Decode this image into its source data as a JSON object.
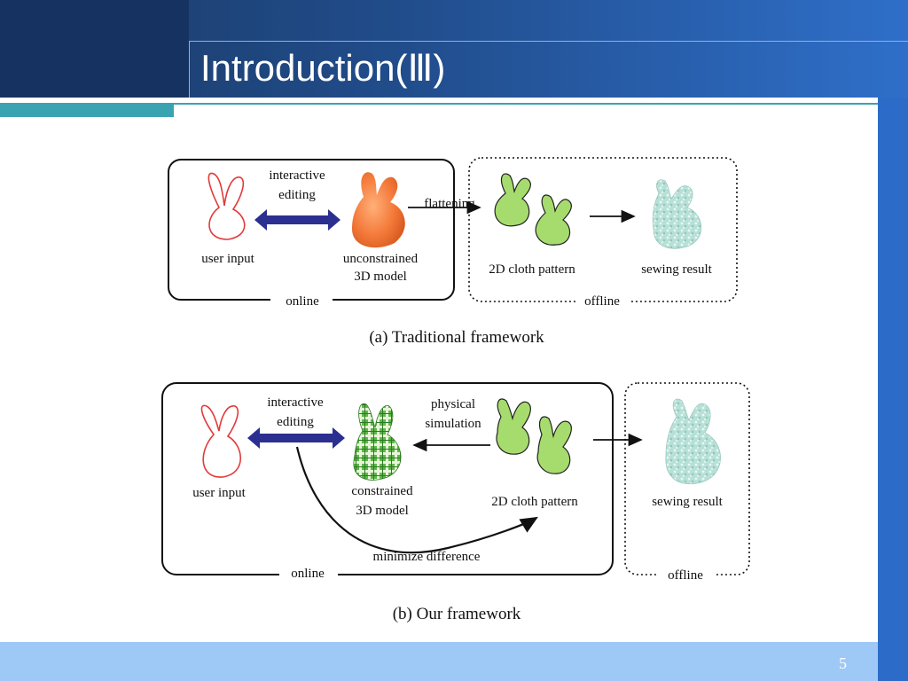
{
  "slide": {
    "title": "Introduction(Ⅲ)",
    "page_number": "5",
    "colors": {
      "header_dark": "#163260",
      "header_light": "#2f6fc9",
      "teal": "#3aa3b1",
      "stripe": "#2c6cc8",
      "footer": "#9ec9f7"
    }
  },
  "diagram_a": {
    "caption": "(a) Traditional framework",
    "user_input": "user input",
    "edit_label_1": "interactive",
    "edit_label_2": "editing",
    "model_label_1": "unconstrained",
    "model_label_2": "3D model",
    "flatten_label": "flattening",
    "pattern_label": "2D cloth pattern",
    "sewing_label": "sewing result",
    "online": "online",
    "offline": "offline"
  },
  "diagram_b": {
    "caption": "(b) Our framework",
    "user_input": "user input",
    "edit_label_1": "interactive",
    "edit_label_2": "editing",
    "sim_label_1": "physical",
    "sim_label_2": "simulation",
    "model_label_1": "constrained",
    "model_label_2": "3D model",
    "pattern_label": "2D cloth pattern",
    "sewing_label": "sewing result",
    "minimize_label": "minimize difference",
    "online": "online",
    "offline": "offline"
  }
}
